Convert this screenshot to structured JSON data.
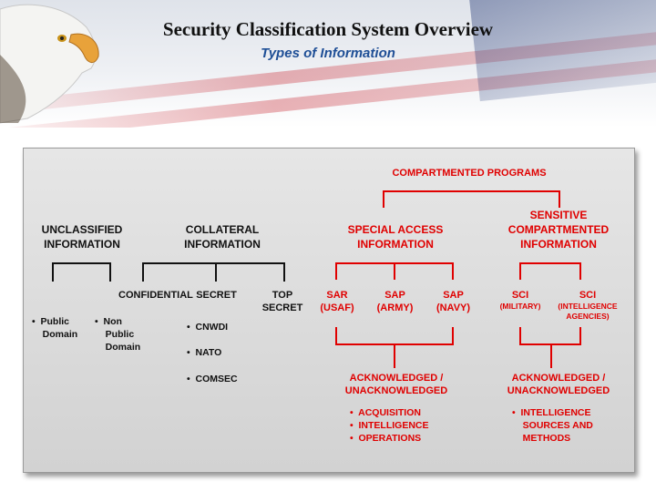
{
  "header": {
    "title": "Security Classification System Overview",
    "subtitle": "Types of Information"
  },
  "diagram": {
    "unclassified": {
      "label": "UNCLASSIFIED\nINFORMATION",
      "items": [
        "•  Public\n    Domain",
        "•  Non\n    Public\n    Domain"
      ]
    },
    "collateral": {
      "label": "COLLATERAL\nINFORMATION",
      "confidential": "CONFIDENTIAL",
      "secret": "SECRET",
      "top_secret": "TOP\nSECRET",
      "secret_items": [
        "•  CNWDI",
        "•  NATO",
        "•  COMSEC"
      ]
    },
    "compartmented": {
      "label": "COMPARTMENTED PROGRAMS",
      "sap": {
        "label": "SPECIAL ACCESS\nINFORMATION",
        "children": [
          "SAR\n(USAF)",
          "SAP\n(ARMY)",
          "SAP\n(NAVY)"
        ],
        "status": "ACKNOWLEDGED /\nUNACKNOWLEDGED",
        "items": [
          "•  ACQUISITION",
          "•  INTELLIGENCE",
          "•  OPERATIONS"
        ]
      },
      "sci": {
        "label": "SENSITIVE\nCOMPARTMENTED\nINFORMATION",
        "children": [
          {
            "name": "SCI",
            "sub": "(MILITARY)"
          },
          {
            "name": "SCI",
            "sub": "(INTELLIGENCE\nAGENCIES)"
          }
        ],
        "status": "ACKNOWLEDGED /\nUNACKNOWLEDGED",
        "items": [
          "•  INTELLIGENCE\n    SOURCES AND\n    METHODS"
        ]
      }
    },
    "colors": {
      "black_lines": "#111111",
      "red_lines": "#e00000"
    }
  }
}
